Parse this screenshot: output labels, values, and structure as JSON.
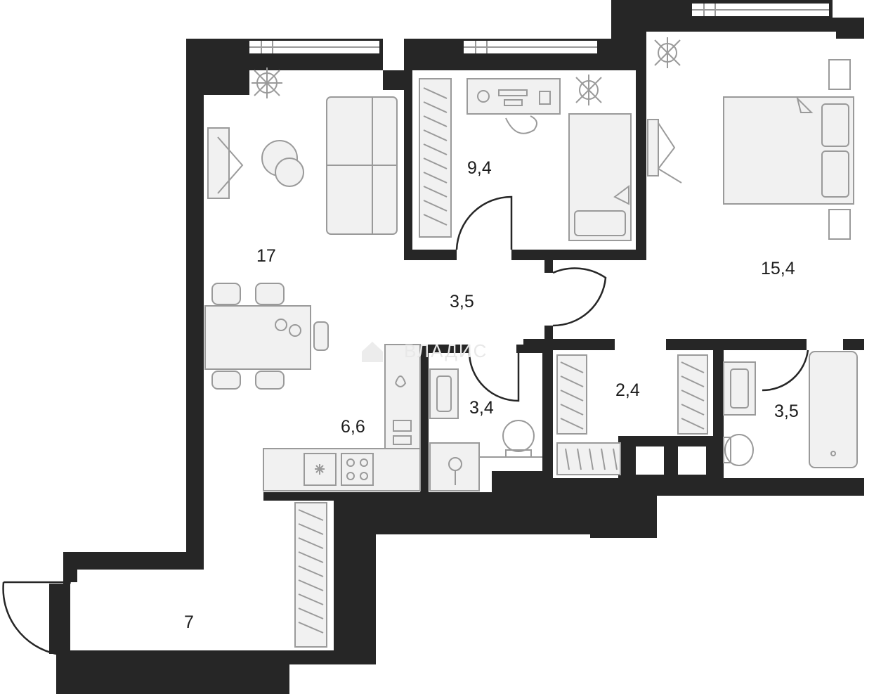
{
  "rooms": {
    "living": {
      "area": "17"
    },
    "bedroom_small": {
      "area": "9,4"
    },
    "hall": {
      "area": "3,5"
    },
    "bedroom_large": {
      "area": "15,4"
    },
    "kitchen": {
      "area": "6,6"
    },
    "wc": {
      "area": "3,4"
    },
    "storage": {
      "area": "2,4"
    },
    "bathroom": {
      "area": "3,5"
    },
    "balcony": {
      "area": "7"
    }
  },
  "watermark": {
    "text": "ВЛАДИС"
  },
  "colors": {
    "wall": "#262626",
    "furniture": "#9a9a9a",
    "floor": "#ffffff"
  }
}
